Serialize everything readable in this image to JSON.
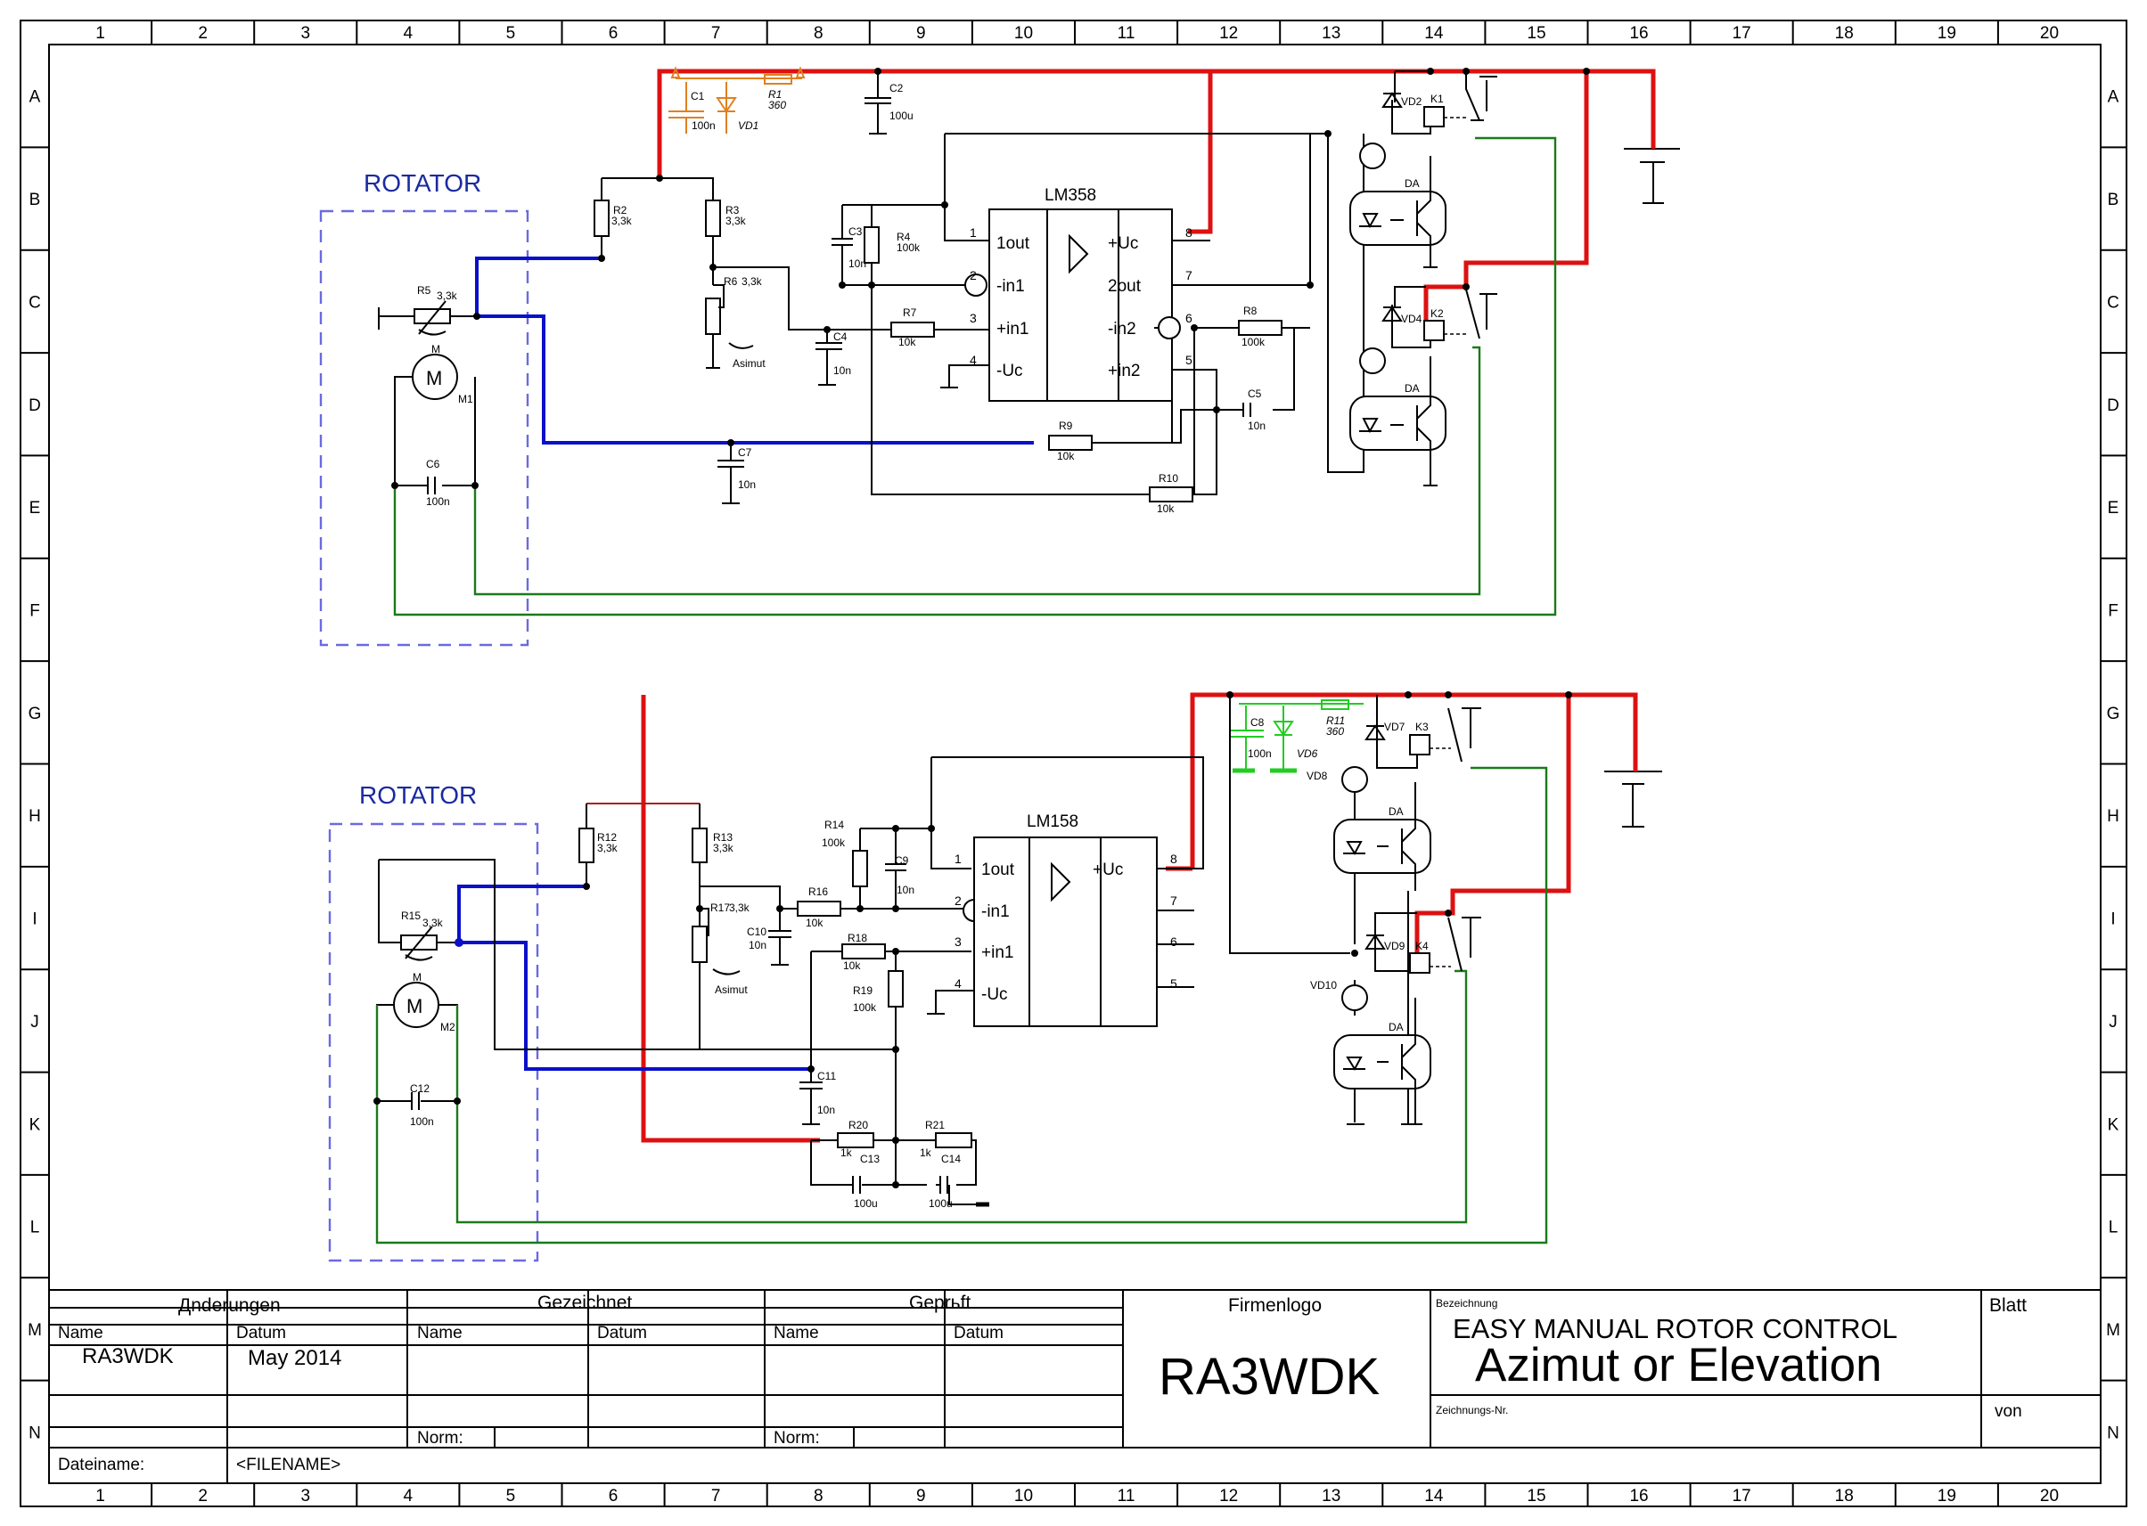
{
  "grid": {
    "columns": [
      "1",
      "2",
      "3",
      "4",
      "5",
      "6",
      "7",
      "8",
      "9",
      "10",
      "11",
      "12",
      "13",
      "14",
      "15",
      "16",
      "17",
      "18",
      "19",
      "20"
    ],
    "rows": [
      "A",
      "B",
      "C",
      "D",
      "E",
      "F",
      "G",
      "H",
      "I",
      "J",
      "K",
      "L",
      "M",
      "N"
    ]
  },
  "circuit_top": {
    "rotator_label": "ROTATOR",
    "ic_name": "LM358",
    "ic_pins_left": [
      {
        "num": "1",
        "name": "1out"
      },
      {
        "num": "2",
        "name": "-in1"
      },
      {
        "num": "3",
        "name": "+in1"
      },
      {
        "num": "4",
        "name": "-Uc"
      }
    ],
    "ic_pins_right": [
      {
        "num": "8",
        "name": "+Uc"
      },
      {
        "num": "7",
        "name": "2out"
      },
      {
        "num": "6",
        "name": "-in2"
      },
      {
        "num": "5",
        "name": "+in2"
      }
    ],
    "components": {
      "C1": {
        "name": "C1",
        "value": "100n"
      },
      "VD1": {
        "name": "VD1"
      },
      "R1": {
        "name": "R1",
        "value": "360"
      },
      "C2": {
        "name": "C2",
        "value": "100u"
      },
      "R2": {
        "name": "R2",
        "value": "3,3k"
      },
      "R3": {
        "name": "R3",
        "value": "3,3k"
      },
      "R5": {
        "name": "R5",
        "value": "3,3k"
      },
      "R6": {
        "name": "R6",
        "value": "3,3k"
      },
      "asimut": "Asimut",
      "C3": {
        "name": "C3",
        "value": "10n"
      },
      "R4": {
        "name": "R4",
        "value": "100k"
      },
      "R7": {
        "name": "R7",
        "value": "10k"
      },
      "C4": {
        "name": "C4",
        "value": "10n"
      },
      "R8": {
        "name": "R8",
        "value": "100k"
      },
      "C5": {
        "name": "C5",
        "value": "10n"
      },
      "R9": {
        "name": "R9",
        "value": "10k"
      },
      "R10": {
        "name": "R10",
        "value": "10k"
      },
      "C6": {
        "name": "C6",
        "value": "100n"
      },
      "C7": {
        "name": "C7",
        "value": "10n"
      },
      "M1": {
        "name": "M1",
        "symbol": "M",
        "top": "M"
      },
      "K1": "K1",
      "VD2": "VD2",
      "K2": "K2",
      "VD4": "VD4",
      "DA": "DA"
    }
  },
  "circuit_bottom": {
    "rotator_label": "ROTATOR",
    "ic_name": "LM158",
    "ic_pins_left": [
      {
        "num": "1",
        "name": "1out"
      },
      {
        "num": "2",
        "name": "-in1"
      },
      {
        "num": "3",
        "name": "+in1"
      },
      {
        "num": "4",
        "name": "-Uc"
      }
    ],
    "ic_pins_right": [
      {
        "num": "8",
        "name": "+Uc"
      },
      {
        "num": "7",
        "name": ""
      },
      {
        "num": "6",
        "name": ""
      },
      {
        "num": "5",
        "name": ""
      }
    ],
    "components": {
      "C8": {
        "name": "C8",
        "value": "100n"
      },
      "VD6": {
        "name": "VD6"
      },
      "R11": {
        "name": "R11",
        "value": "360"
      },
      "R12": {
        "name": "R12",
        "value": "3,3k"
      },
      "R13": {
        "name": "R13",
        "value": "3,3k"
      },
      "R14": {
        "name": "R14",
        "value": "100k"
      },
      "C9": {
        "name": "C9",
        "value": "10n"
      },
      "R15": {
        "name": "R15",
        "value": "3,3k"
      },
      "R16": {
        "name": "R16",
        "value": "10k"
      },
      "R17": {
        "name": "R17",
        "value": "3,3k"
      },
      "asimut": "Asimut",
      "C10": {
        "name": "C10",
        "value": "10n"
      },
      "R18": {
        "name": "R18",
        "value": "10k"
      },
      "R19": {
        "name": "R19",
        "value": "100k"
      },
      "C11": {
        "name": "C11",
        "value": "10n"
      },
      "R20": {
        "name": "R20",
        "value": "1k"
      },
      "R21": {
        "name": "R21",
        "value": "1k"
      },
      "C13": {
        "name": "C13",
        "value": "100u"
      },
      "C14": {
        "name": "C14",
        "value": "100u"
      },
      "C12": {
        "name": "C12",
        "value": "100n"
      },
      "M2": {
        "name": "M2",
        "symbol": "M",
        "top": "M"
      },
      "K3": "K3",
      "VD7": "VD7",
      "K4": "K4",
      "VD9": "VD9",
      "VD8": "VD8",
      "VD10": "VD10",
      "DA": "DA"
    }
  },
  "title_block": {
    "aenderungen": "Дnderungen",
    "gezeichnet": "Gezeichnet",
    "geprueft": "Geprьft",
    "firmenlogo": "Firmenlogo",
    "bezeichnung": "Bezeichnung",
    "blatt": "Blatt",
    "name_hdr": "Name",
    "datum_hdr": "Datum",
    "author": "RA3WDK",
    "date": "May 2014",
    "norm": "Norm:",
    "dateiname": "Dateiname:",
    "filename": "<FILENAME>",
    "logo_text": "RA3WDK",
    "title_line1": "EASY MANUAL ROTOR CONTROL",
    "title_line2": "Azimut or Elevation",
    "zeichnungs_nr": "Zeichnungs-Nr.",
    "von": "von"
  },
  "colors": {
    "power_line": "#dd1111",
    "sensor_line": "#0a10c8",
    "motor_line": "#1a7a1a",
    "rotator_box": "#6a6ae0",
    "label_blue": "#1a2aa0",
    "snubber_top": "#e08020",
    "snubber_bottom": "#22cc22"
  }
}
